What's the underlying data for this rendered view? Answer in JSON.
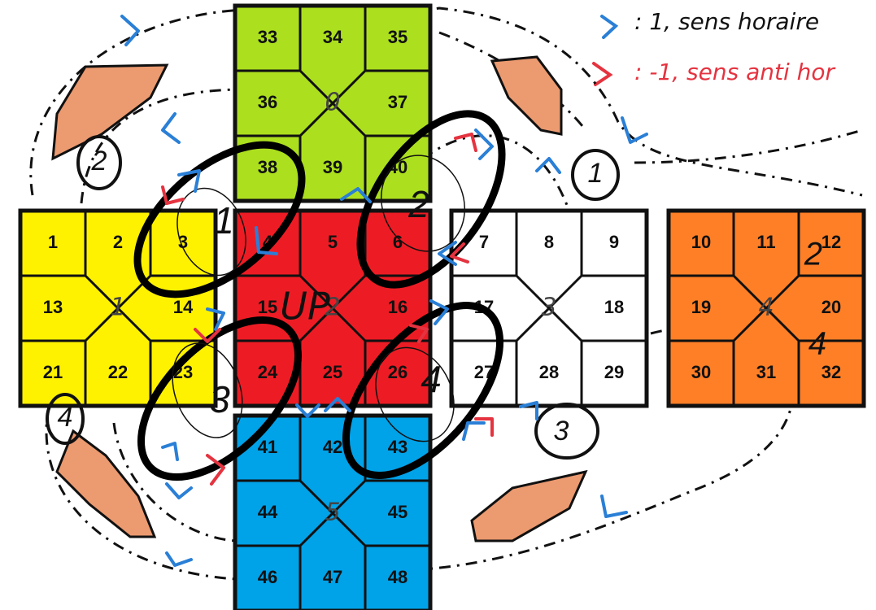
{
  "legend": {
    "clockwise_text": ": 1, sens horaire",
    "counter_text": ": -1, sens anti hor",
    "clockwise_color": "#2a7fd6",
    "counter_color": "#e53340"
  },
  "faces": [
    {
      "id": "top",
      "color": "#acdf1e",
      "numbers": [
        "33",
        "34",
        "35",
        "36",
        "37",
        "38",
        "39",
        "40"
      ],
      "center_label": "0"
    },
    {
      "id": "left",
      "color": "#fff200",
      "numbers": [
        "1",
        "2",
        "3",
        "13",
        "14",
        "21",
        "22",
        "23"
      ],
      "center_label": "1"
    },
    {
      "id": "front",
      "color": "#ed1c24",
      "numbers": [
        "4",
        "5",
        "6",
        "15",
        "16",
        "24",
        "25",
        "26"
      ],
      "center_label": "2",
      "overlay_text": "UP"
    },
    {
      "id": "right",
      "color": "#ffffff",
      "numbers": [
        "7",
        "8",
        "9",
        "17",
        "18",
        "27",
        "28",
        "29"
      ],
      "center_label": "3"
    },
    {
      "id": "back",
      "color": "#ff7f27",
      "numbers": [
        "10",
        "11",
        "12",
        "19",
        "20",
        "30",
        "31",
        "32"
      ],
      "center_label": "4"
    },
    {
      "id": "bottom",
      "color": "#00a2e8",
      "numbers": [
        "41",
        "42",
        "43",
        "44",
        "45",
        "46",
        "47",
        "48"
      ],
      "center_label": "5"
    }
  ],
  "ring_labels": [
    "1",
    "2",
    "3",
    "4"
  ],
  "corner_labels": [
    "1",
    "2",
    "3",
    "4"
  ],
  "extra_labels": [
    "2",
    "4"
  ],
  "sticker_color": "#ec9a70"
}
